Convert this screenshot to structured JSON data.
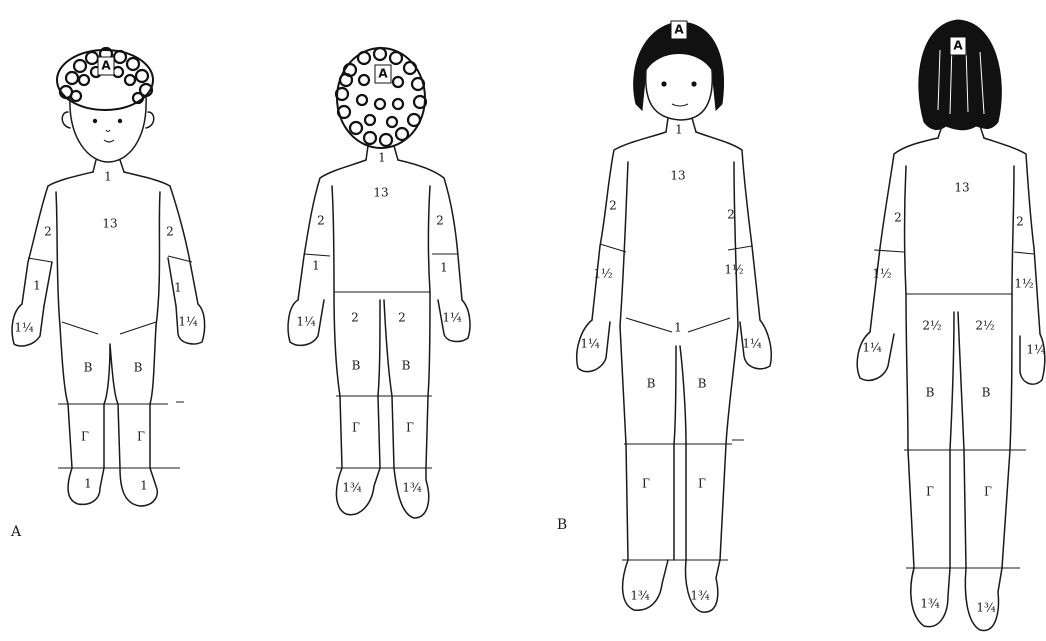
{
  "panels": [
    {
      "letter": "A",
      "figures": [
        {
          "view": "front",
          "labels": {
            "head": "A",
            "neck": "1",
            "trunk": "13",
            "upper_arm_left": "2",
            "upper_arm_right": "2",
            "forearm_left": "1",
            "forearm_right": "1",
            "hand_left": "1¼",
            "hand_right": "1¼",
            "thigh_left": "B",
            "thigh_right": "B",
            "shin_left": "Г",
            "shin_right": "Г",
            "foot_left": "1",
            "foot_right": "1"
          }
        },
        {
          "view": "back",
          "labels": {
            "head": "A",
            "neck": "1",
            "trunk": "13",
            "upper_arm_left": "2",
            "upper_arm_right": "2",
            "forearm_left": "1",
            "forearm_right": "1",
            "hand_left": "1¼",
            "hand_right": "1¼",
            "buttock_left": "2",
            "buttock_right": "2",
            "thigh_left": "B",
            "thigh_right": "B",
            "shin_left": "Г",
            "shin_right": "Г",
            "foot_left": "1¾",
            "foot_right": "1¾"
          }
        }
      ]
    },
    {
      "letter": "B",
      "figures": [
        {
          "view": "front",
          "labels": {
            "head": "A",
            "neck": "1",
            "trunk": "13",
            "groin": "1",
            "upper_arm_left": "2",
            "upper_arm_right": "2",
            "forearm_left": "1½",
            "forearm_right": "1½",
            "hand_left": "1¼",
            "hand_right": "1¼",
            "thigh_left": "B",
            "thigh_right": "B",
            "shin_left": "Г",
            "shin_right": "Г",
            "foot_left": "1¾",
            "foot_right": "1¾"
          }
        },
        {
          "view": "back",
          "labels": {
            "head": "A",
            "trunk": "13",
            "upper_arm_left": "2",
            "upper_arm_right": "2",
            "forearm_left": "1½",
            "forearm_right": "1½",
            "hand_left": "1¼",
            "hand_right": "1¼",
            "buttock_left": "2½",
            "buttock_right": "2½",
            "thigh_left": "B",
            "thigh_right": "B",
            "shin_left": "Г",
            "shin_right": "Г",
            "foot_left": "1¾",
            "foot_right": "1¾"
          }
        }
      ]
    }
  ]
}
